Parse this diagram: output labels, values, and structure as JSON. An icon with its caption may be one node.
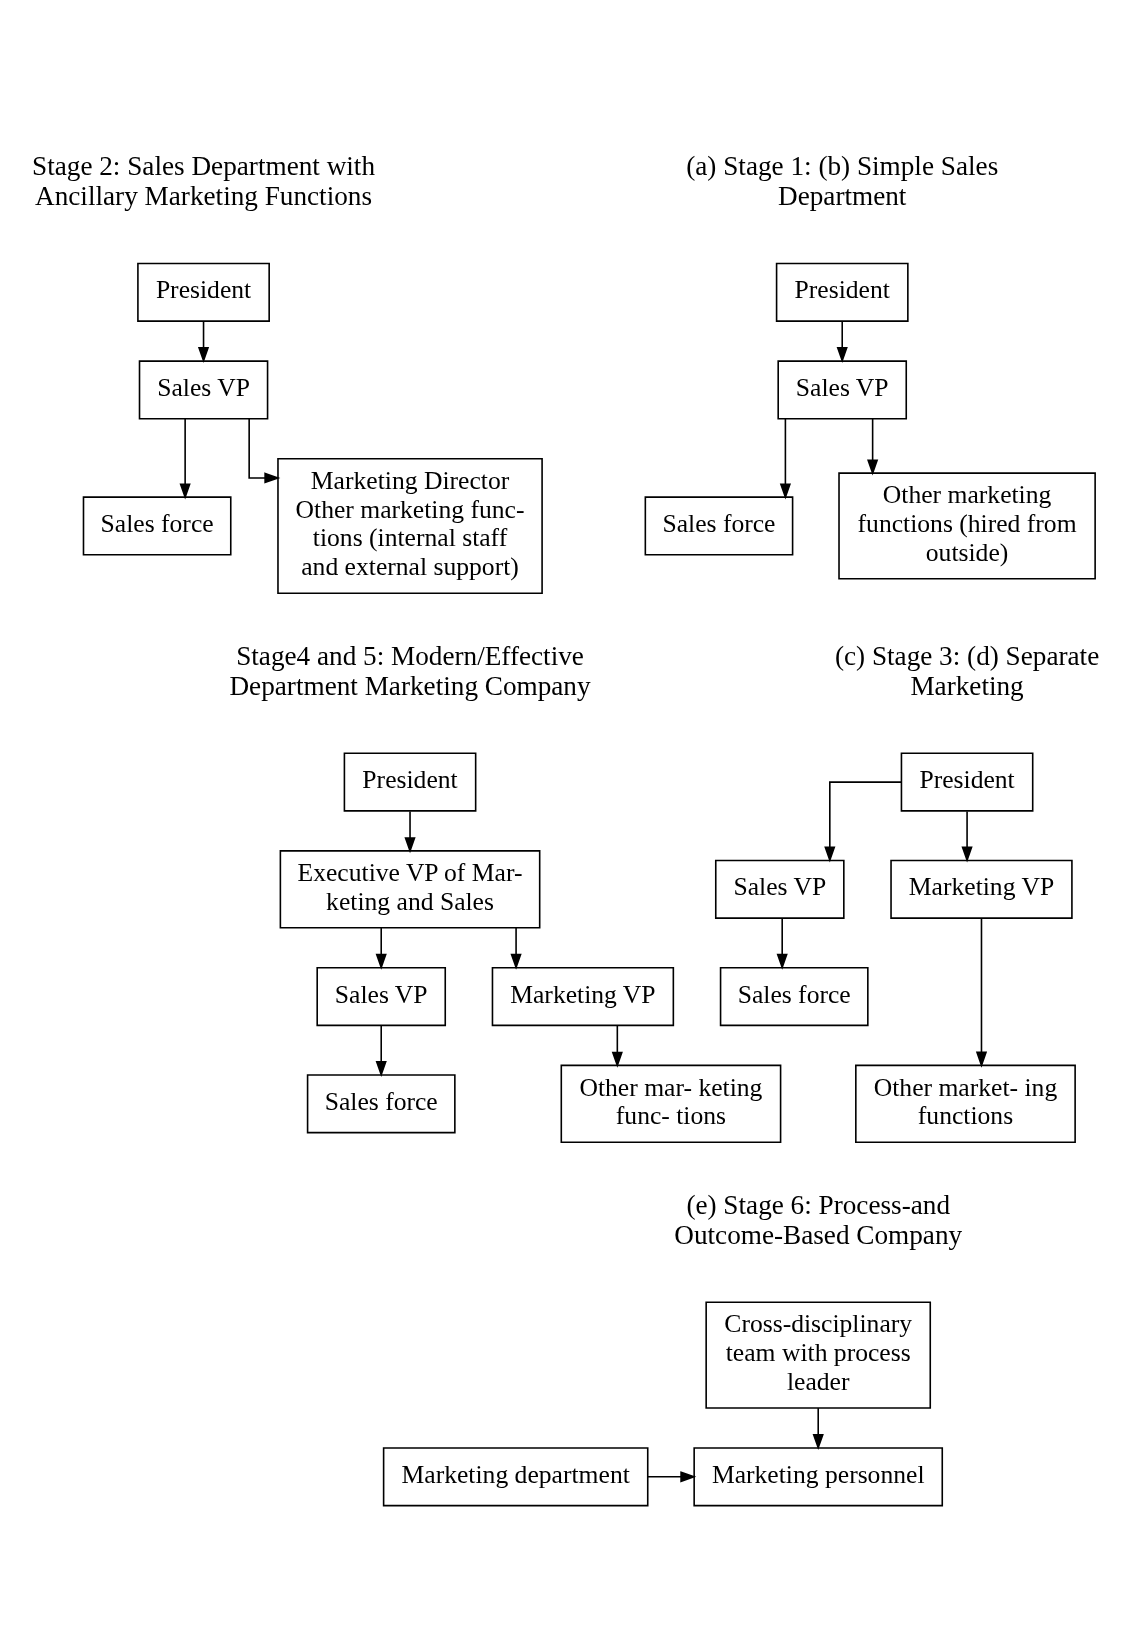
{
  "diagram": {
    "nodes": [
      {
        "text": [
          "President"
        ]
      },
      {
        "text": [
          "Sales VP"
        ]
      },
      {
        "text": [
          "Sales force"
        ]
      },
      {
        "text": [
          "Other marketing functions (hired from outside)"
        ]
      },
      {
        "text": [
          "President"
        ]
      },
      {
        "text": [
          "Sales VP"
        ]
      },
      {
        "text": [
          "Sales force"
        ]
      },
      {
        "text": [
          "Marketing Director",
          "Other marketing func- tions (internal staff and external support)"
        ]
      },
      {
        "text": [
          "President"
        ]
      },
      {
        "text": [
          "Sales VP"
        ]
      },
      {
        "text": [
          "Marketing VP"
        ]
      },
      {
        "text": [
          "Sales force"
        ]
      },
      {
        "text": [
          "Other market- ing functions"
        ]
      },
      {
        "text": [
          "President"
        ]
      },
      {
        "text": [
          "Executive VP of Mar- keting and Sales"
        ]
      },
      {
        "text": [
          "Sales VP"
        ]
      },
      {
        "text": [
          "Marketing VP"
        ]
      },
      {
        "text": [
          "Sales force"
        ]
      },
      {
        "text": [
          "Other mar- keting func- tions"
        ]
      },
      {
        "text": [
          "Cross-disciplinary team with process leader"
        ]
      },
      {
        "text": [
          "Marketing personnel"
        ]
      },
      {
        "text": [
          "Marketing department"
        ]
      }
    ],
    "edges": [
      {
        "from": 0,
        "to": 1,
        "arrow": "to"
      },
      {
        "from": 1,
        "to": 2,
        "arrow": "to"
      },
      {
        "from": 1,
        "to": 3,
        "arrow": "to"
      },
      {
        "from": 4,
        "to": 5,
        "arrow": "to"
      },
      {
        "from": 5,
        "to": 6,
        "arrow": "to"
      },
      {
        "from": 5,
        "to": 7,
        "arrow": "to"
      },
      {
        "from": 8,
        "to": 9,
        "arrow": "to"
      },
      {
        "from": 8,
        "to": 10,
        "arrow": "to"
      },
      {
        "from": 9,
        "to": 11,
        "arrow": "to"
      },
      {
        "from": 10,
        "to": 12,
        "arrow": "to"
      },
      {
        "from": 13,
        "to": 14,
        "arrow": "to"
      },
      {
        "from": 14,
        "to": 15,
        "arrow": "to"
      },
      {
        "from": 14,
        "to": 16,
        "arrow": "to"
      },
      {
        "from": 15,
        "to": 17,
        "arrow": "to"
      },
      {
        "from": 16,
        "to": 18,
        "arrow": "to"
      },
      {
        "from": 19,
        "to": 20,
        "arrow": "to"
      },
      {
        "from": 21,
        "to": 20,
        "arrow": "to"
      }
    ],
    "labels": [
      "(a) Stage 1: (b) Simple Sales Department",
      "Stage 2: Sales Department with Ancillary Marketing Functions",
      "(c) Stage 3: (d) Separate Marketing",
      "Stage4 and 5: Modern/Effective Department Marketing Company",
      "(e) Stage 6: Process-and Outcome-Based Company"
    ]
  }
}
